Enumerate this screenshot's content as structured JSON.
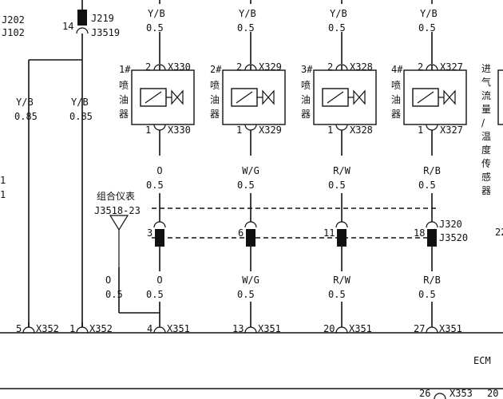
{
  "top_left": {
    "line1": "J202",
    "line2": "J102"
  },
  "splice": {
    "pin": "14",
    "name1": "J219",
    "name2": "J3519"
  },
  "left_wires": [
    {
      "color": "Y/B",
      "size": "0.85"
    },
    {
      "color": "Y/B",
      "size": "0.85"
    }
  ],
  "left_edge_marks": [
    "1",
    "1"
  ],
  "injectors": [
    {
      "index": "1#",
      "name": "喷油器",
      "top_wire_color": "Y/B",
      "top_wire_size": "0.5",
      "top_pin": "2",
      "connector": "X330",
      "bottom_pin": "1",
      "bottom_wire_color": "O",
      "bottom_wire_size": "0.5"
    },
    {
      "index": "2#",
      "name": "喷油器",
      "top_wire_color": "Y/B",
      "top_wire_size": "0.5",
      "top_pin": "2",
      "connector": "X329",
      "bottom_pin": "1",
      "bottom_wire_color": "W/G",
      "bottom_wire_size": "0.5"
    },
    {
      "index": "3#",
      "name": "喷油器",
      "top_wire_color": "Y/B",
      "top_wire_size": "0.5",
      "top_pin": "2",
      "connector": "X328",
      "bottom_pin": "1",
      "bottom_wire_color": "R/W",
      "bottom_wire_size": "0.5"
    },
    {
      "index": "4#",
      "name": "喷油器",
      "top_wire_color": "Y/B",
      "top_wire_size": "0.5",
      "top_pin": "2",
      "connector": "X327",
      "bottom_pin": "1",
      "bottom_wire_color": "R/B",
      "bottom_wire_size": "0.5"
    }
  ],
  "side_sensor_label": "进气流量/温度传感器",
  "cluster": {
    "label": "组合仪表",
    "connector": "J3518-23"
  },
  "inline_connector": {
    "name1": "J320",
    "name2": "J3520",
    "pins": [
      "3",
      "6",
      "11",
      "18"
    ],
    "right_edge_pin": "22"
  },
  "lower_wires": [
    {
      "color": "O",
      "size": "0.5"
    },
    {
      "color": "O",
      "size": "0.5"
    },
    {
      "color": "W/G",
      "size": "0.5"
    },
    {
      "color": "R/W",
      "size": "0.5"
    },
    {
      "color": "R/B",
      "size": "0.5"
    }
  ],
  "ecm_pins": [
    {
      "pin": "5",
      "connector": "X352"
    },
    {
      "pin": "1",
      "connector": "X352"
    },
    {
      "pin": "4",
      "connector": "X351"
    },
    {
      "pin": "13",
      "connector": "X351"
    },
    {
      "pin": "20",
      "connector": "X351"
    },
    {
      "pin": "27",
      "connector": "X351"
    }
  ],
  "ecm_label": "ECM",
  "bottom_pins": [
    {
      "pin": "26",
      "connector": "X353"
    },
    {
      "pin": "20",
      "connector": ""
    }
  ]
}
